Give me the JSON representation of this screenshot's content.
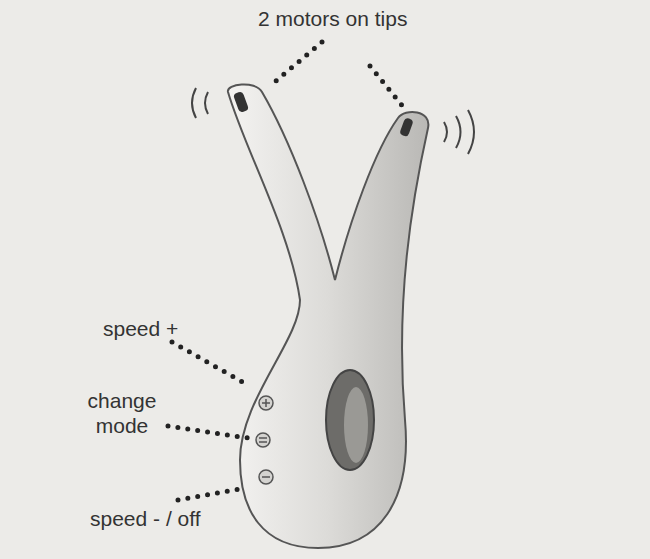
{
  "diagram": {
    "labels": [
      "2 motors on tips",
      "speed +",
      "change mode",
      "speed - / off"
    ]
  }
}
